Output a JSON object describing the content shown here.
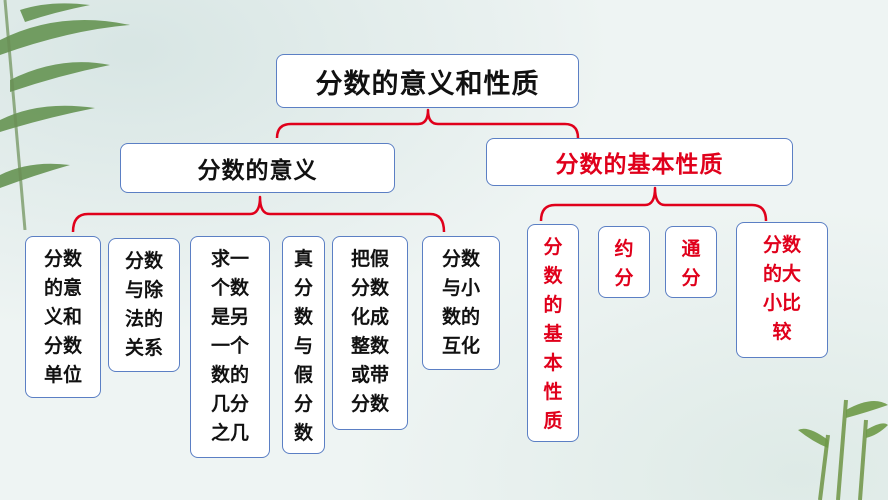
{
  "root": {
    "label": "分数的意义和性质"
  },
  "branches": [
    {
      "label": "分数的意义",
      "children": [
        {
          "label": "分数\n的意\n义和\n分数\n单位"
        },
        {
          "label": "分数\n与除\n法的\n关系"
        },
        {
          "label": "求一\n个数\n是另\n一个\n数的\n几分\n之几"
        },
        {
          "label": "真\n分\n数\n与\n假\n分\n数"
        },
        {
          "label": "把假\n分数\n化成\n整数\n或带\n分数"
        },
        {
          "label": "分数\n与小\n数的\n互化"
        }
      ]
    },
    {
      "label": "分数的基本性质",
      "children": [
        {
          "label": "分\n数\n的\n基\n本\n性\n质"
        },
        {
          "label": "约\n分"
        },
        {
          "label": "通\n分"
        },
        {
          "label": "分数\n的大\n小比\n较"
        }
      ]
    }
  ],
  "colors": {
    "brace": "#e0001b",
    "highlight": "#e0001b",
    "border": "#5b7fc4"
  },
  "icons": [
    "bamboo-top-left-decoration",
    "bamboo-bottom-right-decoration"
  ]
}
